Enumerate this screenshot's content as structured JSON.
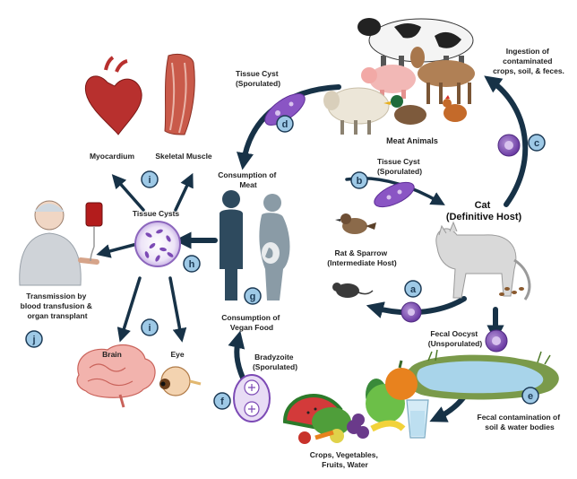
{
  "labels": {
    "tissue_cyst_top": [
      "Tissue Cyst",
      "(Sporulated)"
    ],
    "ingestion": [
      "Ingestion of",
      "contaminated",
      "crops, soil, & feces."
    ],
    "meat_animals": "Meat Animals",
    "myocardium": "Myocardium",
    "skeletal_muscle": "Skeletal Muscle",
    "consumption_meat": [
      "Consumption of",
      "Meat"
    ],
    "tissue_cyst_mid": [
      "Tissue Cyst",
      "(Sporulated)"
    ],
    "cat": [
      "Cat",
      "(Definitive Host)"
    ],
    "tissue_cysts": "Tissue Cysts",
    "rat_sparrow": [
      "Rat & Sparrow",
      "(Intermediate Host)"
    ],
    "transmission": [
      "Transmission by",
      "blood transfusion &",
      "organ transplant"
    ],
    "consumption_vegan": [
      "Consumption of",
      "Vegan Food"
    ],
    "fecal_oocyst": [
      "Fecal Oocyst",
      "(Unsporulated)"
    ],
    "brain": "Brain",
    "eye": "Eye",
    "bradyzoite": [
      "Bradyzoite",
      "(Sporulated)"
    ],
    "fecal_contamination": [
      "Fecal contamination of",
      "soil & water bodies"
    ],
    "crops": [
      "Crops, Vegetables,",
      "Fruits, Water"
    ]
  },
  "badges": {
    "a": "a",
    "b": "b",
    "c": "c",
    "d": "d",
    "e": "e",
    "f": "f",
    "g": "g",
    "h": "h",
    "i1": "i",
    "i2": "i",
    "j": "j"
  },
  "colors": {
    "arrow": "#173247",
    "badge_fill": "#9ec9e6",
    "badge_text": "#1d3b56",
    "parasite": "#7c4ab5",
    "cyst_ring": "#c9b3e6",
    "human": "#2e4a5e"
  }
}
